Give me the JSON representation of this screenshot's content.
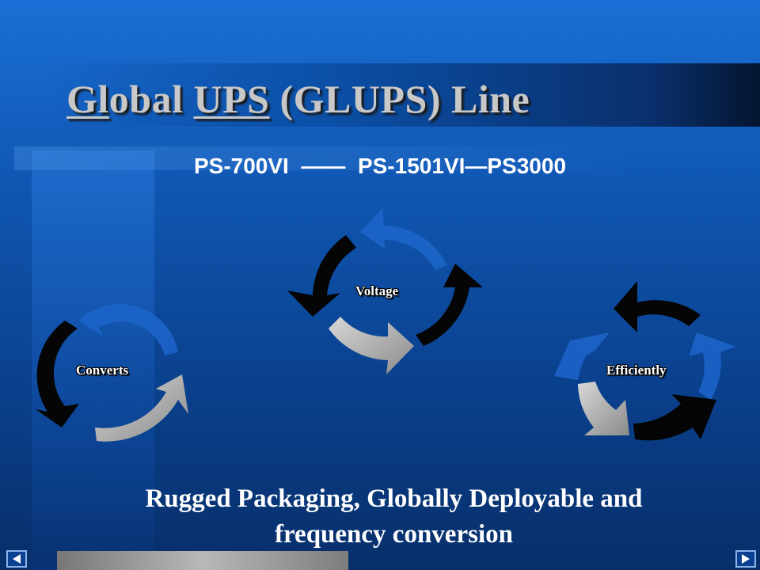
{
  "slide": {
    "title": {
      "part1_underlined": "Gl",
      "part2": "obal ",
      "part3_underlined": "UPS",
      "part4": " (GLUPS) Line"
    },
    "subtitle": "PS-700VI  ——  PS-1501VI—PS3000",
    "cycles": [
      {
        "label": "Converts"
      },
      {
        "label": "Voltage"
      },
      {
        "label": "Efficiently"
      }
    ],
    "footer_line1": "Rugged Packaging, Globally Deployable and",
    "footer_line2": "frequency conversion"
  },
  "nav": {
    "prev_icon": "triangle-left-icon",
    "next_icon": "triangle-right-icon"
  },
  "colors": {
    "background": "#0f55b0",
    "arrow_black": "#050505",
    "arrow_gray": "#a8a8a8",
    "arrow_blue": "#1a63c8"
  }
}
